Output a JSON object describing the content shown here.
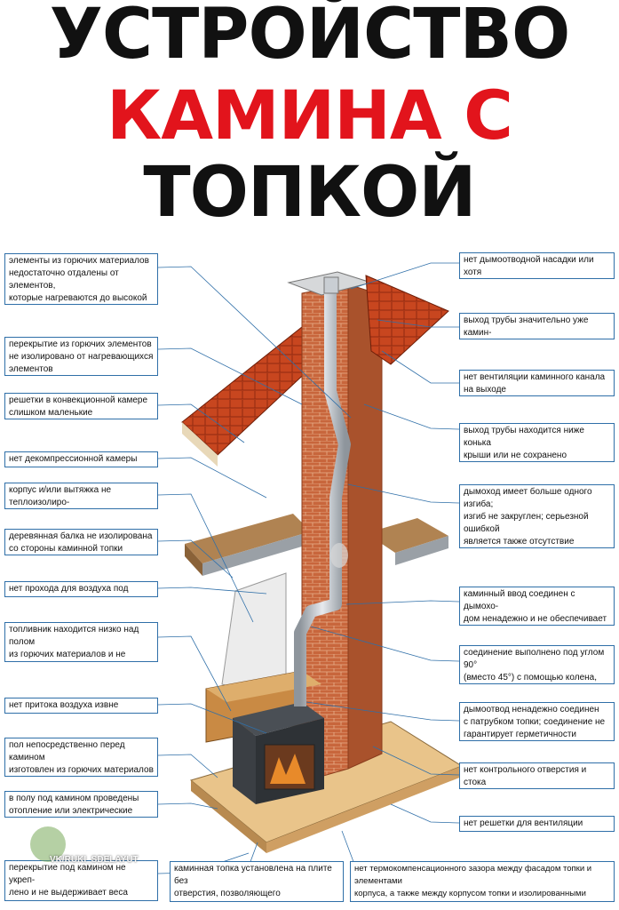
{
  "title": {
    "line1": "УСТРОЙСТВО",
    "line2": "КАМИНА С",
    "line3": "ТОПКОЙ"
  },
  "colors": {
    "accent_red": "#e2141c",
    "leader_blue": "#2f6fa8",
    "brick": "#c8663c",
    "roof_tile": "#c8461f",
    "wood": "#d9a867",
    "steel": "#b9bfc6"
  },
  "left_labels": [
    "элементы из горючих материалов\nнедостаточно отдалены от элементов,\nкоторые нагреваются до высокой тем-\nпературы",
    "перекрытие из горючих элементов\nне изолировано от нагревающихся\nэлементов",
    "решетки в конвекционной камере\nслишком маленькие",
    "нет декомпрессионной камеры",
    "корпус и/или вытяжка не теплоизолиро-\nваны изнутри",
    "деревянная балка не изолирована\nсо стороны каминной топки",
    "нет прохода для воздуха под балкой",
    "топливник находится низко над полом\nиз горючих материалов и не изолирован\nот него",
    "нет притока воздуха извне",
    "пол непосредственно перед камином\nизготовлен из горючих материалов\n(например, деревянный)",
    "в полу под камином проведены\nотопление или электрические провода",
    "перекрытие под камином не укреп-\nлено и не выдерживает веса\nкамина"
  ],
  "right_labels": [
    "нет дымоотводной насадки или хотя\nбы грибка",
    "выход трубы значительно уже камин-\nного дымохода",
    "нет вентиляции каминного канала\nна выходе",
    "выход трубы находится ниже конька\nкрыши или не сохранено достаточное\nрасстояние до ската крыши",
    "дымоход имеет больше одного изгиба;\nизгиб не закруглен; серьезной ошибкой\nявляется также отсутствие стального\nдымоотводного вкладыша (гильзы)\nв кирпичном дымоходе",
    "каминный ввод соединен с дымохо-\nдом ненадежно и не обеспечивает\nгерметичность",
    "соединение выполнено под углом 90°\n(вместо 45°) с помощью колена, без\nконтрольного отверстия",
    "дымоотвод ненадежно соединен\nс патрубком топки; соединение не\nгарантирует герметичности",
    "нет контрольного отверстия и стока\nдля конденсата",
    "нет решетки для вентиляции дымохода"
  ],
  "bottom_labels": [
    "каминная топка установлена на плите без\nотверстия, позволяющего конвекционному\nвоздуху циркулировать",
    "нет термокомпенсационного зазора между фасадом топки и элементами\nкорпуса, а также между корпусом топки и изолированными элементами\nкорпуса, который позволил бы свободно циркулировать"
  ],
  "watermark": "VK/RUKI_SDELAYUT"
}
